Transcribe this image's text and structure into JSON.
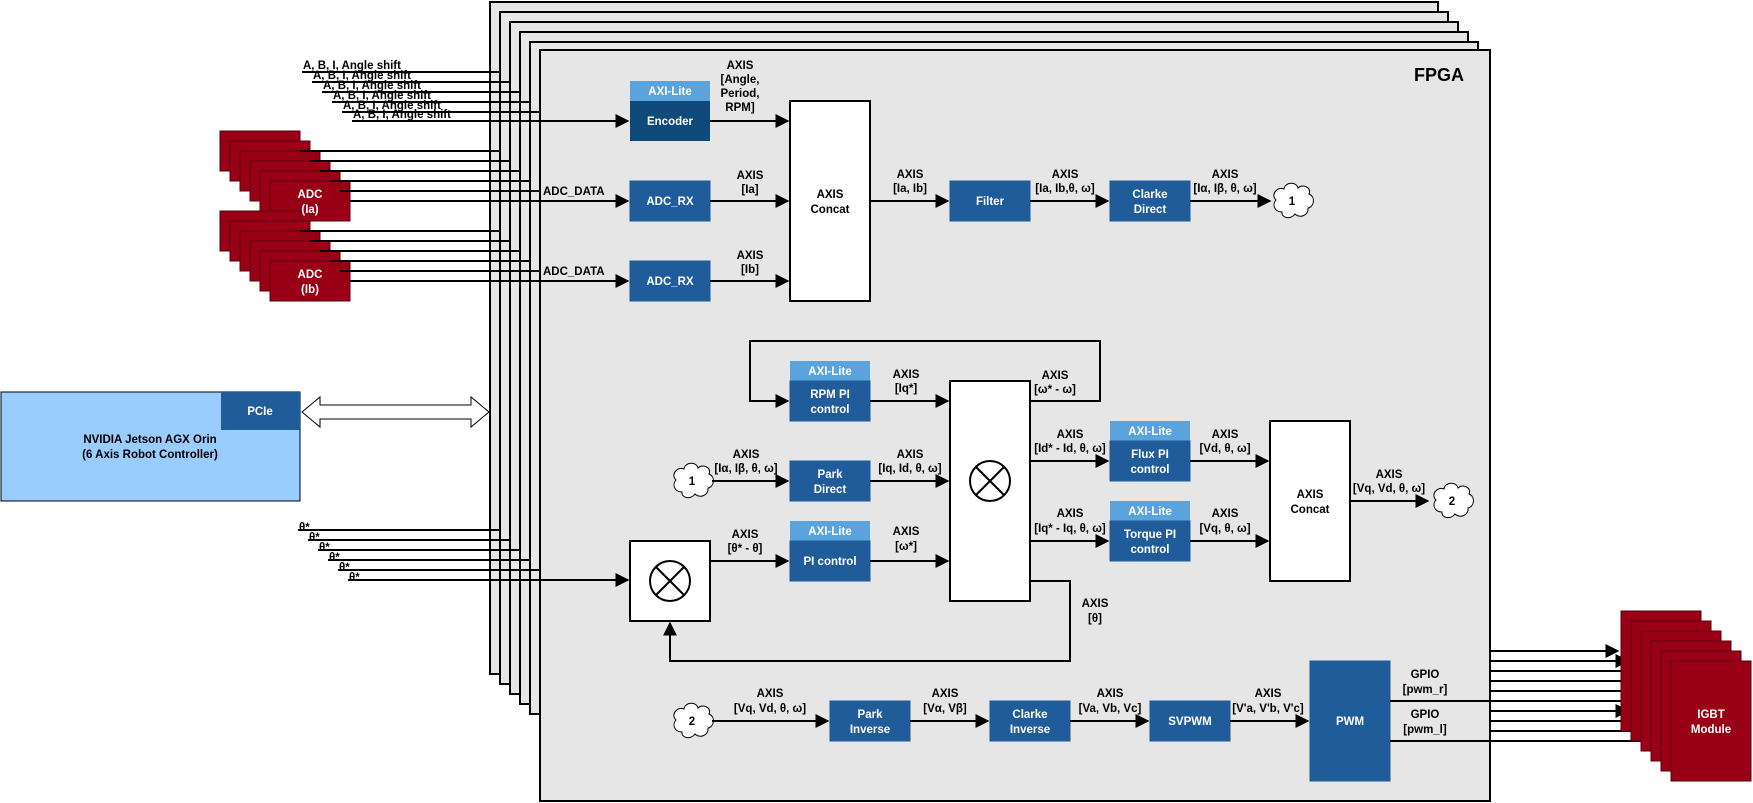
{
  "fpga": {
    "title": "FPGA"
  },
  "host": {
    "name_line1": "NVIDIA Jetson AGX Orin",
    "name_line2": "(6 Axis Robot Controller)",
    "pcie": "PCIe"
  },
  "inputs": {
    "encoder_signal": "A, B, I, Angle shift",
    "theta_ref": "θ*",
    "adc_data": "ADC_DATA"
  },
  "adc": {
    "ia": {
      "line1": "ADC",
      "line2": "(Ia)"
    },
    "ib": {
      "line1": "ADC",
      "line2": "(Ib)"
    }
  },
  "blocks": {
    "axi_lite": "AXI-Lite",
    "encoder": "Encoder",
    "adc_rx": "ADC_RX",
    "concat_line1": "AXIS",
    "concat_line2": "Concat",
    "filter": "Filter",
    "clarke_direct_1": "Clarke",
    "clarke_direct_2": "Direct",
    "rpm_pi_1": "RPM PI",
    "rpm_pi_2": "control",
    "park_direct_1": "Park",
    "park_direct_2": "Direct",
    "pi_control": "PI control",
    "flux_pi_1": "Flux PI",
    "flux_pi_2": "control",
    "torque_pi_1": "Torque PI",
    "torque_pi_2": "control",
    "park_inverse_1": "Park",
    "park_inverse_2": "Inverse",
    "clarke_inverse_1": "Clarke",
    "clarke_inverse_2": "Inverse",
    "svpwm": "SVPWM",
    "pwm": "PWM",
    "igbt_1": "IGBT",
    "igbt_2": "Module"
  },
  "connectors": {
    "one": "1",
    "two": "2"
  },
  "signals": {
    "axis": "AXIS",
    "enc_out_1": "[Angle,",
    "enc_out_2": "Period,",
    "enc_out_3": "RPM]",
    "ia": "[Ia]",
    "ib": "[Ib]",
    "concat_out": "[Ia, Ib]",
    "filter_out": "[Ia, Ib,θ, ω]",
    "clarke_out": "[Iα, Iβ, θ, ω]",
    "iq_ref": "[Iq*]",
    "speed_err": "[ω* - ω]",
    "park_in": "[Iα, Iβ, θ, ω]",
    "park_out": "[Iq, Id, θ, ω]",
    "angle_err": "[θ* - θ]",
    "omega_ref": "[ω*]",
    "d_err": "[Id* - Id, θ, ω]",
    "q_err": "[Iq* - Iq, θ, ω]",
    "flux_out": "[Vd, θ, ω]",
    "torque_out": "[Vq, θ, ω]",
    "concat2_out": "[Vq, Vd, θ, ω]",
    "theta_fb": "[θ]",
    "park_inv_in": "[Vq, Vd, θ, ω]",
    "park_inv_out": "[Vα, Vβ]",
    "clarke_inv_out": "[Va, Vb, Vc]",
    "svpwm_out": "[V'a, V'b, V'c]",
    "gpio": "GPIO",
    "pwm_r": "[pwm_r]",
    "pwm_l": "[pwm_l]"
  },
  "colors": {
    "block_blue": "#1f5c99",
    "axi_lite": "#5aa3dc",
    "encoder": "#0f4a7a",
    "adc_red": "#990016",
    "host_blue": "#99ccff",
    "fpga_gray": "#e6e6e6"
  }
}
